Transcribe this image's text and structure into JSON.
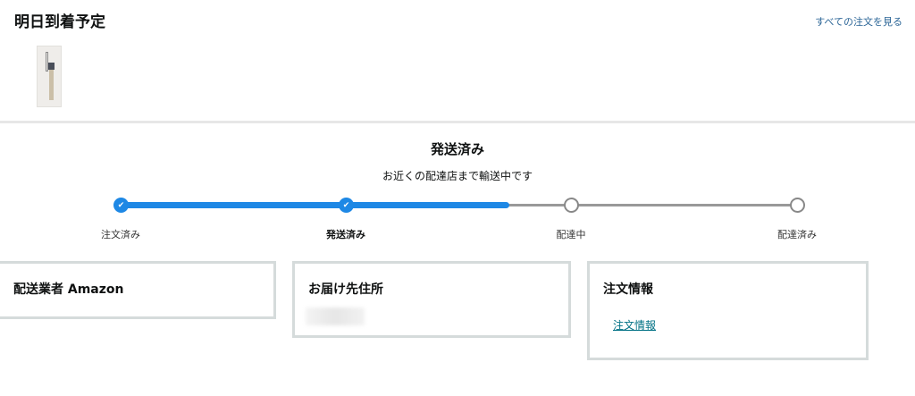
{
  "header": {
    "title": "明日到着予定",
    "all_orders_link": "すべての注文を見る"
  },
  "status": {
    "title": "発送済み",
    "subtitle": "お近くの配達店まで輸送中です",
    "progress_fraction": 0.575
  },
  "steps": [
    {
      "label": "注文済み",
      "state": "done"
    },
    {
      "label": "発送済み",
      "state": "done"
    },
    {
      "label": "配達中",
      "state": "todo"
    },
    {
      "label": "配達済み",
      "state": "todo"
    }
  ],
  "cards": {
    "carrier": {
      "title": "配送業者 Amazon"
    },
    "address": {
      "title": "お届け先住所"
    },
    "order": {
      "title": "注文情報",
      "link": "注文情報"
    }
  },
  "colors": {
    "accent": "#1e88e5",
    "link": "#007185"
  }
}
